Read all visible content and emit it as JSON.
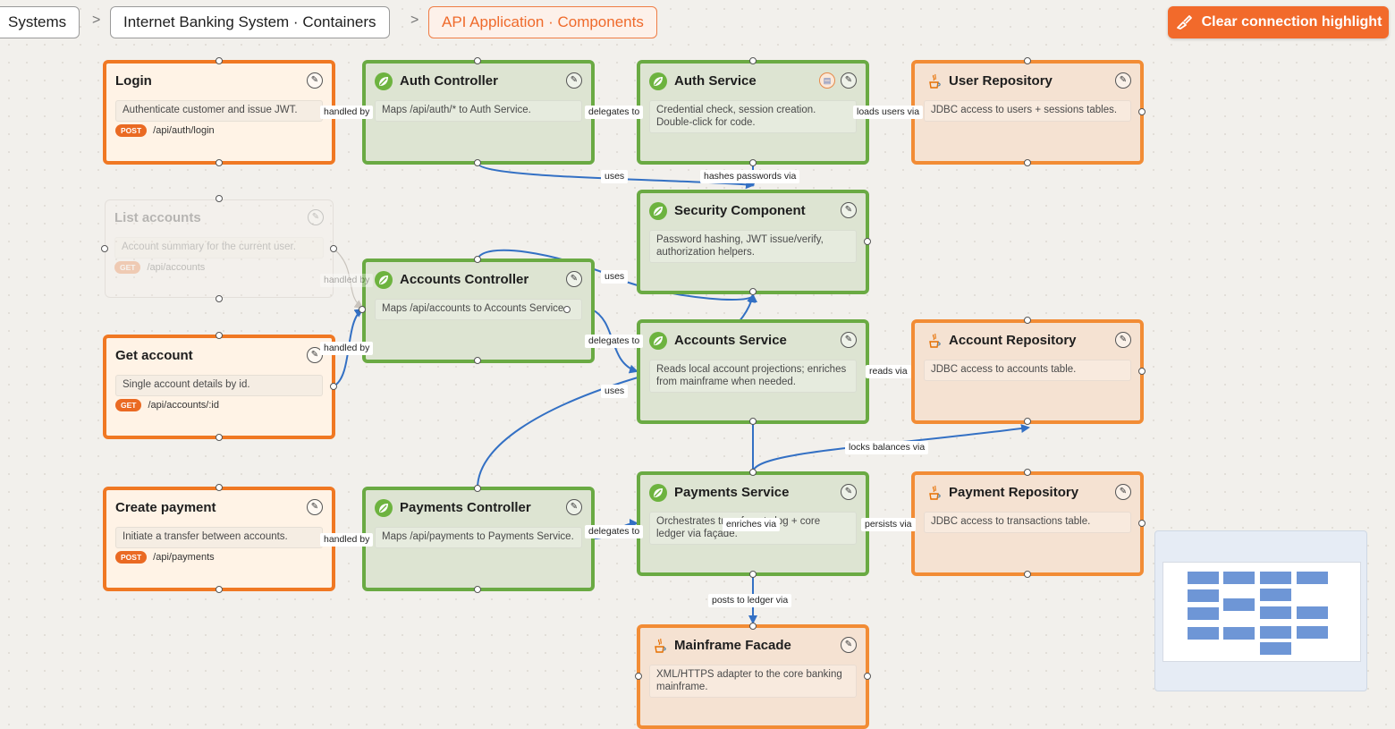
{
  "breadcrumb": {
    "items": [
      "Systems",
      "Internet Banking System · Containers",
      "API Application · Components"
    ],
    "separator": ">"
  },
  "toolbar": {
    "clear_label": "Clear connection highlight"
  },
  "icons": {
    "edit": "pencil-icon",
    "doc": "document-icon",
    "spring": "spring-leaf-icon",
    "java": "java-cup-icon",
    "brush": "paint-brush-icon"
  },
  "colors": {
    "accent": "#f26a2b",
    "usecase_border": "#f07823",
    "component_border": "#6aaa43",
    "component_fill": "#dde4d2",
    "repository_border": "#f28c35",
    "edge": "#3370c4"
  },
  "nodes": [
    {
      "id": "login",
      "kind": "usecase",
      "title": "Login",
      "desc": "Authenticate customer and issue JWT.",
      "method": "POST",
      "path": "/api/auth/login"
    },
    {
      "id": "list",
      "kind": "usecase",
      "faded": true,
      "title": "List accounts",
      "desc": "Account summary for the current user.",
      "method": "GET",
      "path": "/api/accounts"
    },
    {
      "id": "get",
      "kind": "usecase",
      "title": "Get account",
      "desc": "Single account details by id.",
      "method": "GET",
      "path": "/api/accounts/:id"
    },
    {
      "id": "create",
      "kind": "usecase",
      "title": "Create payment",
      "desc": "Initiate a transfer between accounts.",
      "method": "POST",
      "path": "/api/payments"
    },
    {
      "id": "authc",
      "kind": "ctrl",
      "title": "Auth Controller",
      "desc": "Maps /api/auth/* to Auth Service."
    },
    {
      "id": "accc",
      "kind": "ctrl",
      "title": "Accounts Controller",
      "desc": "Maps /api/accounts to Accounts Service."
    },
    {
      "id": "payc",
      "kind": "ctrl",
      "title": "Payments Controller",
      "desc": "Maps /api/payments to Payments Service."
    },
    {
      "id": "auths",
      "kind": "ctrl",
      "title": "Auth Service",
      "desc": "Credential check, session creation. Double-click for code.",
      "has_doc": true
    },
    {
      "id": "sec",
      "kind": "ctrl",
      "title": "Security Component",
      "desc": "Password hashing, JWT issue/verify, authorization helpers."
    },
    {
      "id": "accs",
      "kind": "ctrl",
      "title": "Accounts Service",
      "desc": "Reads local account projections; enriches from mainframe when needed."
    },
    {
      "id": "pays",
      "kind": "ctrl",
      "title": "Payments Service",
      "desc": "Orchestrates transfers: tx log + core ledger via façade."
    },
    {
      "id": "userr",
      "kind": "repo",
      "title": "User Repository",
      "desc": "JDBC access to users + sessions tables."
    },
    {
      "id": "accr",
      "kind": "repo",
      "title": "Account Repository",
      "desc": "JDBC access to accounts table."
    },
    {
      "id": "payr",
      "kind": "repo",
      "title": "Payment Repository",
      "desc": "JDBC access to transactions table."
    },
    {
      "id": "mf",
      "kind": "repo",
      "title": "Mainframe Facade",
      "desc": "XML/HTTPS adapter to the core banking mainframe."
    }
  ],
  "edges": [
    {
      "label": "handled by",
      "from": "login",
      "to": "authc"
    },
    {
      "label": "delegates to",
      "from": "authc",
      "to": "auths"
    },
    {
      "label": "loads users via",
      "from": "auths",
      "to": "userr"
    },
    {
      "label": "uses",
      "from": "authc",
      "to": "sec"
    },
    {
      "label": "hashes passwords via",
      "from": "auths",
      "to": "sec"
    },
    {
      "label": "handled by",
      "from": "list",
      "to": "accc"
    },
    {
      "label": "handled by",
      "from": "get",
      "to": "accc"
    },
    {
      "label": "uses",
      "from": "accc",
      "to": "sec"
    },
    {
      "label": "delegates to",
      "from": "accc",
      "to": "accs"
    },
    {
      "label": "reads via",
      "from": "accs",
      "to": "accr"
    },
    {
      "label": "uses",
      "from": "payc",
      "to": "sec"
    },
    {
      "label": "locks balances via",
      "from": "pays",
      "to": "accr"
    },
    {
      "label": "handled by",
      "from": "create",
      "to": "payc"
    },
    {
      "label": "delegates to",
      "from": "payc",
      "to": "pays"
    },
    {
      "label": "enriches via",
      "from": "accs",
      "to": "mf"
    },
    {
      "label": "persists via",
      "from": "pays",
      "to": "payr"
    },
    {
      "label": "posts to ledger via",
      "from": "pays",
      "to": "mf"
    }
  ]
}
